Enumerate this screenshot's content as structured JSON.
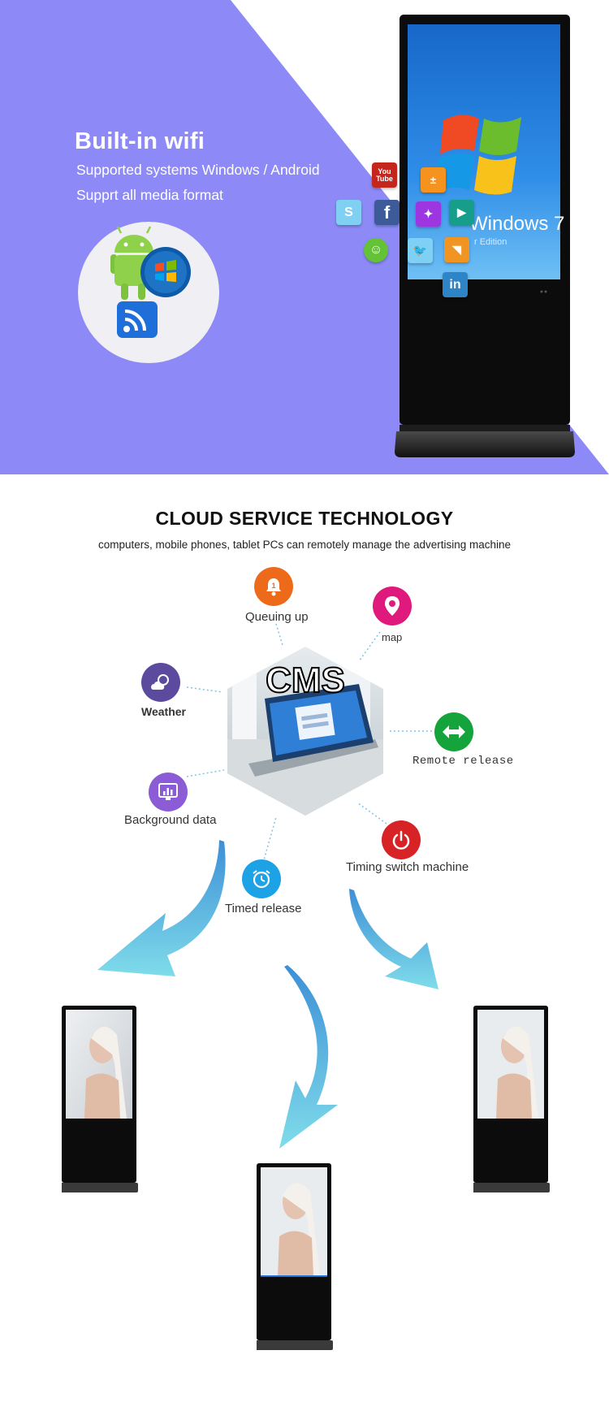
{
  "colors": {
    "hero_purple": "#8d8af7",
    "kiosk_black": "#0c0c0c",
    "arrow_blue": "#5ab6e4",
    "queue_orange": "#ee6a1b",
    "map_pink": "#e0197d",
    "weather_purple": "#5b4a9e",
    "remote_green": "#15a33c",
    "background_purple": "#8b5cd6",
    "timing_red": "#d72226",
    "timed_blue": "#1ea2e6"
  },
  "hero": {
    "title": "Built-in wifi",
    "subtitle": "Supported systems Windows / Android",
    "media_line": "Supprt all media format",
    "screen_brand": "Windows 7",
    "screen_edition": "r Edition",
    "apps": {
      "youtube": "You\nTube",
      "skype": "S",
      "facebook": "f",
      "linkedin": "in"
    }
  },
  "cloud": {
    "title": "CLOUD SERVICE TECHNOLOGY",
    "subtitle": "computers, mobile phones, tablet PCs can remotely manage the advertising machine",
    "cms_label": "CMS",
    "features": {
      "queuing": "Queuing up",
      "map": "map",
      "weather": "Weather",
      "remote": "Remote release",
      "background": "Background data",
      "timing": "Timing switch machine",
      "timed": "Timed release"
    },
    "queue_badge": "1"
  }
}
